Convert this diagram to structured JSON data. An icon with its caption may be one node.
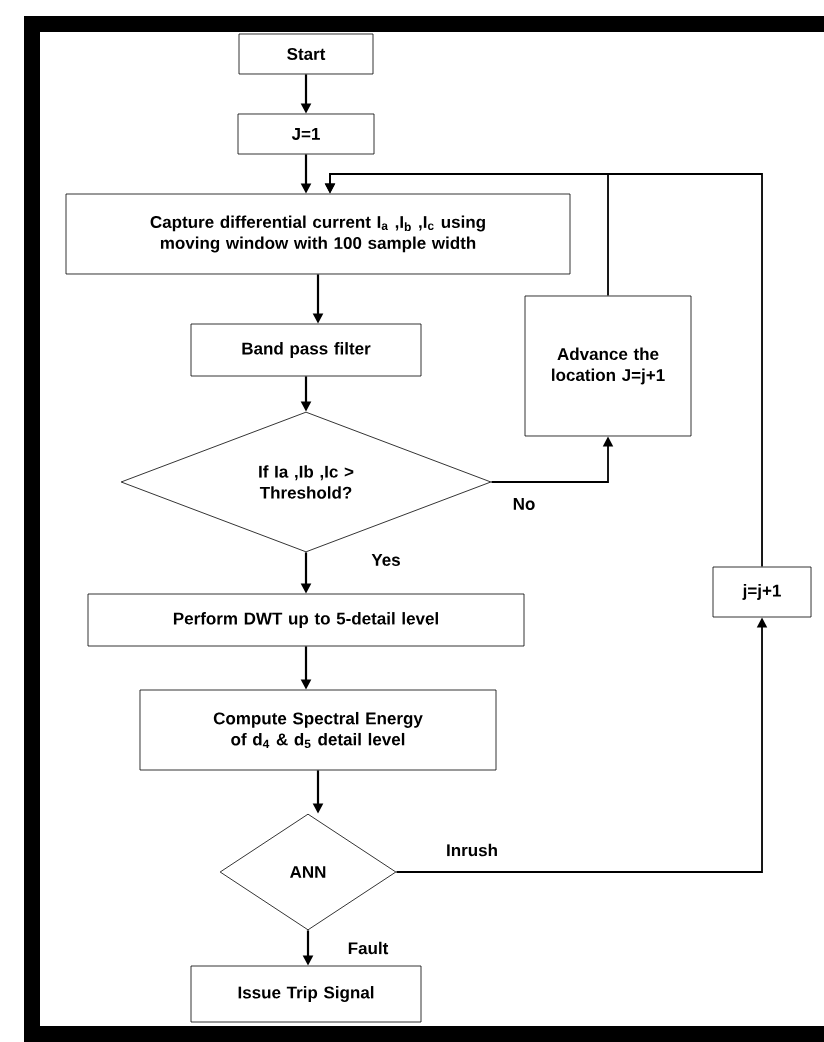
{
  "diagram": {
    "nodes": [
      {
        "text": [
          "Start"
        ]
      },
      {
        "text": [
          "J=1"
        ]
      },
      {
        "text": [
          "Capture differential current I$_{a}$ ,I$_{b}$ ,I$_{c}$ using moving window with 100 sample width"
        ]
      },
      {
        "text": [
          "Band pass filter"
        ]
      },
      {
        "text": [
          "If Ia ,Ib ,Ic > Threshold?"
        ]
      },
      {
        "text": [
          "Advance the location J=j+1"
        ]
      },
      {
        "text": [
          "Perform DWT up to 5-detail level"
        ]
      },
      {
        "text": [
          "Compute Spectral Energy of d$_{4}$ & d$_{5}$ detail level"
        ]
      },
      {
        "text": [
          "ANN"
        ]
      },
      {
        "text": [
          "Issue Trip Signal"
        ]
      },
      {
        "text": [
          "j=j+1"
        ]
      }
    ],
    "edges": [
      {
        "from": 0,
        "to": 1,
        "arrow": "to"
      },
      {
        "from": 1,
        "to": 2,
        "arrow": "to"
      },
      {
        "from": 2,
        "to": 3,
        "arrow": "to"
      },
      {
        "from": 3,
        "to": 4,
        "arrow": "to"
      },
      {
        "from": 4,
        "to": 5,
        "arrow": "to",
        "label": "No"
      },
      {
        "from": 4,
        "to": 6,
        "arrow": "to",
        "label": "Yes"
      },
      {
        "from": 5,
        "to": 2,
        "arrow": "to"
      },
      {
        "from": 6,
        "to": 7,
        "arrow": "to"
      },
      {
        "from": 7,
        "to": 8,
        "arrow": "to"
      },
      {
        "from": 8,
        "to": 9,
        "arrow": "to",
        "label": "Fault"
      },
      {
        "from": 8,
        "to": 10,
        "arrow": "to",
        "label": "Inrush"
      },
      {
        "from": 10,
        "to": 2,
        "arrow": "to"
      }
    ]
  }
}
